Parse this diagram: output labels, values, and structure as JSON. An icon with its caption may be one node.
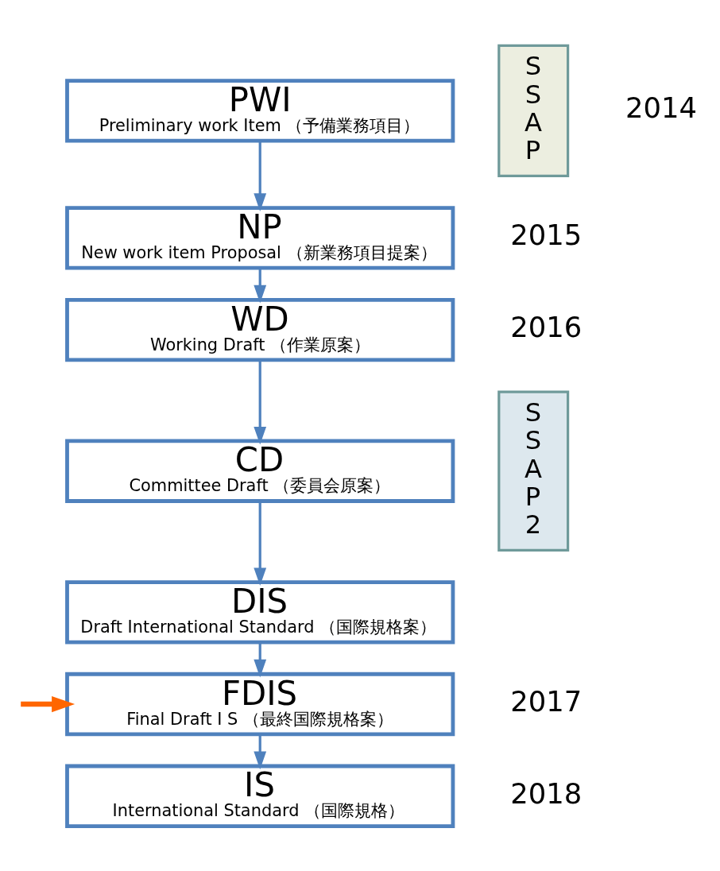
{
  "diagram": {
    "nodes": [
      {
        "text": [
          "PWI",
          "Preliminary work Item （予備業務項目）"
        ]
      },
      {
        "text": [
          "NP",
          "New work item Proposal （新業務項目提案）"
        ]
      },
      {
        "text": [
          "WD",
          "Working Draft （作業原案）"
        ]
      },
      {
        "text": [
          "CD",
          "Committee Draft （委員会原案）"
        ]
      },
      {
        "text": [
          "DIS",
          "Draft International Standard （国際規格案）"
        ]
      },
      {
        "text": [
          "FDIS",
          "Final Draft I S （最終国際規格案）"
        ]
      },
      {
        "text": [
          "IS",
          "International Standard （国際規格）"
        ]
      },
      {
        "text": [
          "SSAP"
        ]
      },
      {
        "text": [
          "SSAP2"
        ]
      }
    ],
    "edges": [
      {
        "from": 0,
        "to": 1,
        "arrow": "to"
      },
      {
        "from": 1,
        "to": 2,
        "arrow": "to"
      },
      {
        "from": 2,
        "to": 3,
        "arrow": "to"
      },
      {
        "from": 3,
        "to": 4,
        "arrow": "to"
      },
      {
        "from": 4,
        "to": 5,
        "arrow": "to"
      },
      {
        "from": 5,
        "to": 6,
        "arrow": "to"
      },
      {
        "from": null,
        "to": 5,
        "arrow": "to",
        "style": "thick",
        "color": "#ff6600"
      }
    ],
    "labels": [
      "2014",
      "2015",
      "2016",
      "2017",
      "2018"
    ]
  }
}
